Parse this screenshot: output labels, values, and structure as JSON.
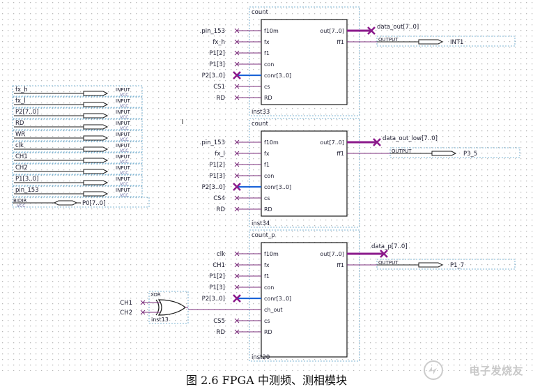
{
  "colors": {
    "dot": "#b8b8b8",
    "block": "#1a1a1a",
    "wire": "#7b2d7b",
    "bus": "#8b1a8b",
    "blue": "#1c64d8",
    "dashed": "#5aa0c8",
    "text": "#1a1a2e"
  },
  "count_blocks": [
    {
      "type_label": "count",
      "inst_label": "inst33",
      "ports_in": [
        "f10m",
        "fx",
        "f1",
        "con",
        "conr[3..0]",
        "cs",
        "RD"
      ],
      "ports_out": [
        "out[7..0]",
        "ff1"
      ],
      "in_signals": [
        ".pin_153",
        "fx_h",
        "P1[2]",
        "P1[3]",
        "P2[3..0]",
        "CS1",
        "RD"
      ],
      "out_bus_label": "data_out[7..0]",
      "out_pin_type": "OUTPUT",
      "out_pin_name": "INT1"
    },
    {
      "type_label": "count",
      "inst_label": "inst34",
      "ports_in": [
        "f10m",
        "fx",
        "f1",
        "con",
        "conr[3..0]",
        "cs",
        "RD"
      ],
      "ports_out": [
        "out[7..0]",
        "ff1"
      ],
      "in_signals": [
        ".pin_153",
        "fx_l",
        "P1[2]",
        "P1[3]",
        "P2[3..0]",
        "CS4",
        "RD"
      ],
      "out_bus_label": "data_out_low[7..0]",
      "out_pin_type": "OUTPUT",
      "out_pin_name": "P3_5"
    },
    {
      "type_label": "count_p",
      "inst_label": "inst20",
      "ports_in": [
        "f10m",
        "fx",
        "f1",
        "con",
        "conr[3..0]",
        "ch_out",
        "cs",
        "RD"
      ],
      "ports_out": [
        "out[7..0]",
        "ff1"
      ],
      "in_signals": [
        "clk",
        "CH1",
        "P1[2]",
        "P1[3]",
        "P2[3..0]",
        "",
        "CS5",
        "RD"
      ],
      "out_bus_label": "data_p[7..0]",
      "out_pin_type": "OUTPUT",
      "out_pin_name": "P1_7"
    }
  ],
  "input_pins": [
    {
      "name": "fx_h",
      "type": "INPUT",
      "sub": "VCC"
    },
    {
      "name": "fx_l",
      "type": "INPUT",
      "sub": "VCC"
    },
    {
      "name": "P2[7..0]",
      "type": "INPUT",
      "sub": "VCC"
    },
    {
      "name": "RD",
      "type": "INPUT",
      "sub": "VCC"
    },
    {
      "name": "WR",
      "type": "INPUT",
      "sub": "VCC"
    },
    {
      "name": "clk",
      "type": "INPUT",
      "sub": "VCC"
    },
    {
      "name": "CH1",
      "type": "INPUT",
      "sub": "VCC"
    },
    {
      "name": "CH2",
      "type": "INPUT",
      "sub": "VCC"
    },
    {
      "name": "P1[3..0]",
      "type": "INPUT",
      "sub": "VCC"
    },
    {
      "name": "pin_153",
      "type": "INPUT",
      "sub": "VCC"
    }
  ],
  "bidir_pin": {
    "type": "BIDIR",
    "sub": "VCC",
    "name": "P0[7..0]"
  },
  "xor_gate": {
    "type_label": "XOR",
    "inst_label": "inst13",
    "in_signals": [
      "CH1",
      "CH2"
    ]
  },
  "caption": "图 2.6   FPGA 中测频、测相模块",
  "watermark": "电子发烧友"
}
